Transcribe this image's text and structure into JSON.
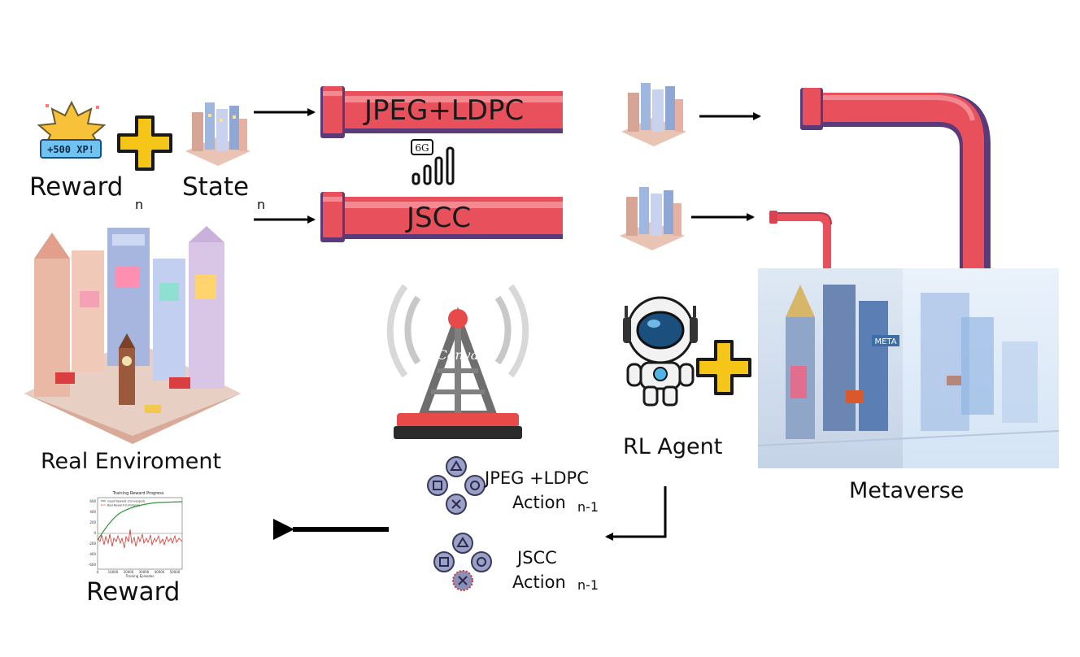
{
  "labels": {
    "reward": "Reward",
    "reward_sub": "n",
    "state": "State",
    "state_sub": "n",
    "real_env": "Real Enviroment",
    "reward_bottom": "Reward",
    "rl_agent": "RL Agent",
    "metaverse": "Metaverse",
    "jpeg_action_line1": "JPEG +LDPC",
    "jpeg_action_line2": "Action",
    "jpeg_action_sub": "n-1",
    "jscc_action_line1": "JSCC",
    "jscc_action_line2": "Action",
    "jscc_action_sub": "n-1",
    "xp_badge": "+500 XP!",
    "signal_badge": "6G",
    "tower_watermark": "Canva",
    "metaverse_sign": "META"
  },
  "pipes": {
    "jpeg_ldpc": "JPEG+LDPC",
    "jscc": "JSCC"
  },
  "mini_chart": {
    "title": "Training Reward Progress",
    "legend_good": "Good Reward (Converged)",
    "legend_bad": "Bad Reward (Unstable)",
    "xlabel": "Training Episodes",
    "yticks": [
      "600",
      "400",
      "200",
      "0",
      "-200",
      "-400",
      "-600"
    ],
    "xticks": [
      "0",
      "10000",
      "20000",
      "30000",
      "40000",
      "50000"
    ]
  },
  "colors": {
    "pipe_red": "#e8505b",
    "pipe_dark": "#5a3a78",
    "gold": "#f5c518",
    "blue_gray": "#8a93b8"
  }
}
